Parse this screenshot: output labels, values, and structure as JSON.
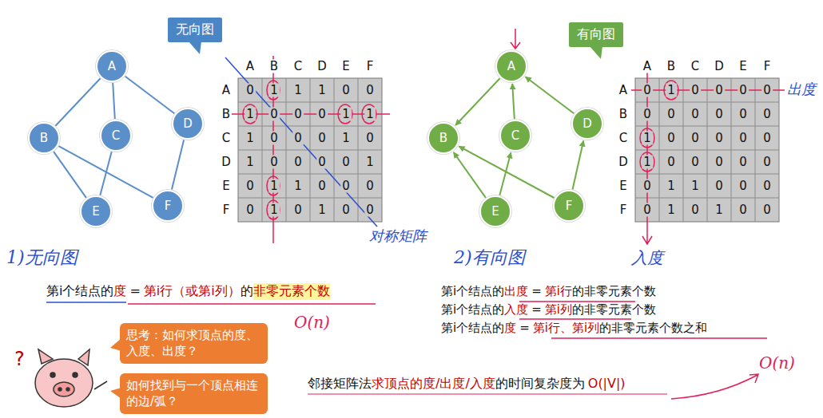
{
  "diagram": {
    "nodes": [
      {
        "text": [
          "无向图"
        ]
      },
      {
        "text": [
          "有向图"
        ]
      },
      {
        "text": [
          "A"
        ]
      },
      {
        "text": [
          "B"
        ]
      },
      {
        "text": [
          "C"
        ]
      },
      {
        "text": [
          "D"
        ]
      },
      {
        "text": [
          "E"
        ]
      },
      {
        "text": [
          "F"
        ]
      },
      {
        "text": [
          "A"
        ]
      },
      {
        "text": [
          "B"
        ]
      },
      {
        "text": [
          "C"
        ]
      },
      {
        "text": [
          "D"
        ]
      },
      {
        "text": [
          "E"
        ]
      },
      {
        "text": [
          "F"
        ]
      },
      {
        "text": [
          "思考：如何求顶点的度、入度、出度？"
        ]
      },
      {
        "text": [
          "如何找到与一个顶点相连的边/弧？"
        ]
      }
    ],
    "edges": [
      {
        "from": 2,
        "to": 3,
        "arrow": "none"
      },
      {
        "from": 2,
        "to": 4,
        "arrow": "none"
      },
      {
        "from": 2,
        "to": 5,
        "arrow": "none"
      },
      {
        "from": 3,
        "to": 6,
        "arrow": "none"
      },
      {
        "from": 3,
        "to": 7,
        "arrow": "none"
      },
      {
        "from": 4,
        "to": 6,
        "arrow": "none"
      },
      {
        "from": 5,
        "to": 7,
        "arrow": "none"
      },
      {
        "from": 8,
        "to": 9,
        "arrow": "to"
      },
      {
        "from": 10,
        "to": 8,
        "arrow": "to"
      },
      {
        "from": 11,
        "to": 8,
        "arrow": "to"
      },
      {
        "from": 12,
        "to": 9,
        "arrow": "to"
      },
      {
        "from": 12,
        "to": 10,
        "arrow": "to"
      },
      {
        "from": 13,
        "to": 9,
        "arrow": "to"
      },
      {
        "from": 13,
        "to": 11,
        "arrow": "to"
      }
    ],
    "labels": [
      "A",
      "B",
      "C",
      "D",
      "E",
      "F",
      "A",
      "0",
      "1",
      "1",
      "1",
      "0",
      "0",
      "B",
      "1",
      "0",
      "0",
      "0",
      "1",
      "1",
      "C",
      "1",
      "0",
      "0",
      "0",
      "1",
      "0",
      "D",
      "1",
      "0",
      "0",
      "0",
      "0",
      "1",
      "E",
      "0",
      "1",
      "1",
      "0",
      "0",
      "0",
      "F",
      "0",
      "1",
      "0",
      "1",
      "0",
      "0",
      "A",
      "B",
      "C",
      "D",
      "E",
      "F",
      "A",
      "0",
      "1",
      "0",
      "0",
      "0",
      "0",
      "B",
      "0",
      "0",
      "0",
      "0",
      "0",
      "0",
      "C",
      "1",
      "0",
      "0",
      "0",
      "0",
      "0",
      "D",
      "1",
      "0",
      "0",
      "0",
      "0",
      "0",
      "E",
      "0",
      "1",
      "1",
      "0",
      "0",
      "0",
      "F",
      "0",
      "1",
      "0",
      "1",
      "0",
      "0",
      "对称矩阵",
      "1)无向图",
      "第i个结点的",
      "度",
      "=",
      "第i行（或第i列）",
      "的",
      "非零元素个数",
      "O(n)",
      "2)有向图",
      "出度",
      "入度",
      "第i个结点的",
      "出度",
      "=",
      "第i行",
      "的非零元素个数",
      "第i个结点的",
      "入度",
      "=",
      "第i列",
      "的非零元素个数",
      "第i个结点的",
      "度",
      "=",
      "第i行、第i列",
      "的非零元素个数之和",
      "邻接矩阵法",
      "求顶点的度/出度/入度",
      "的时间复杂度为",
      "O(|V|)",
      "O(n)",
      "?"
    ]
  }
}
